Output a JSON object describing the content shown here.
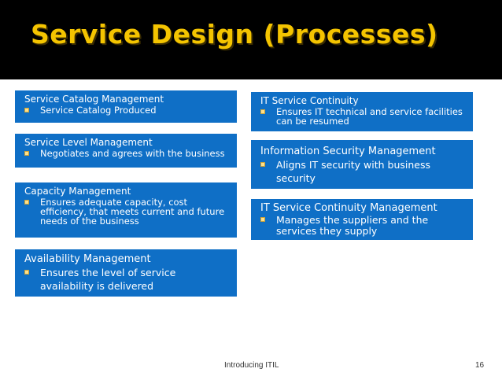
{
  "slide": {
    "title": "Service Design (Processes)",
    "title_color": "#f4c400",
    "box_color": "#0f6fc6",
    "footer": "Introducing ITIL",
    "page_number": "16"
  },
  "left_boxes": [
    {
      "title": "Service Catalog Management",
      "bullet": "Service Catalog Produced"
    },
    {
      "title": "Service Level Management",
      "bullet": "Negotiates and agrees with the business"
    },
    {
      "title": "Capacity Management",
      "bullet": "Ensures adequate capacity, cost efficiency, that meets current and future needs of the business"
    },
    {
      "title": "Availability Management",
      "bullet": "Ensures the level of service availability is delivered"
    }
  ],
  "right_boxes": [
    {
      "title": "IT Service Continuity",
      "bullet": "Ensures IT technical and service facilities can be resumed"
    },
    {
      "title": "Information Security Management",
      "bullet": "Aligns IT security with business security"
    },
    {
      "title": "IT Service Continuity Management",
      "bullet": "Manages the suppliers and the services they supply"
    }
  ]
}
